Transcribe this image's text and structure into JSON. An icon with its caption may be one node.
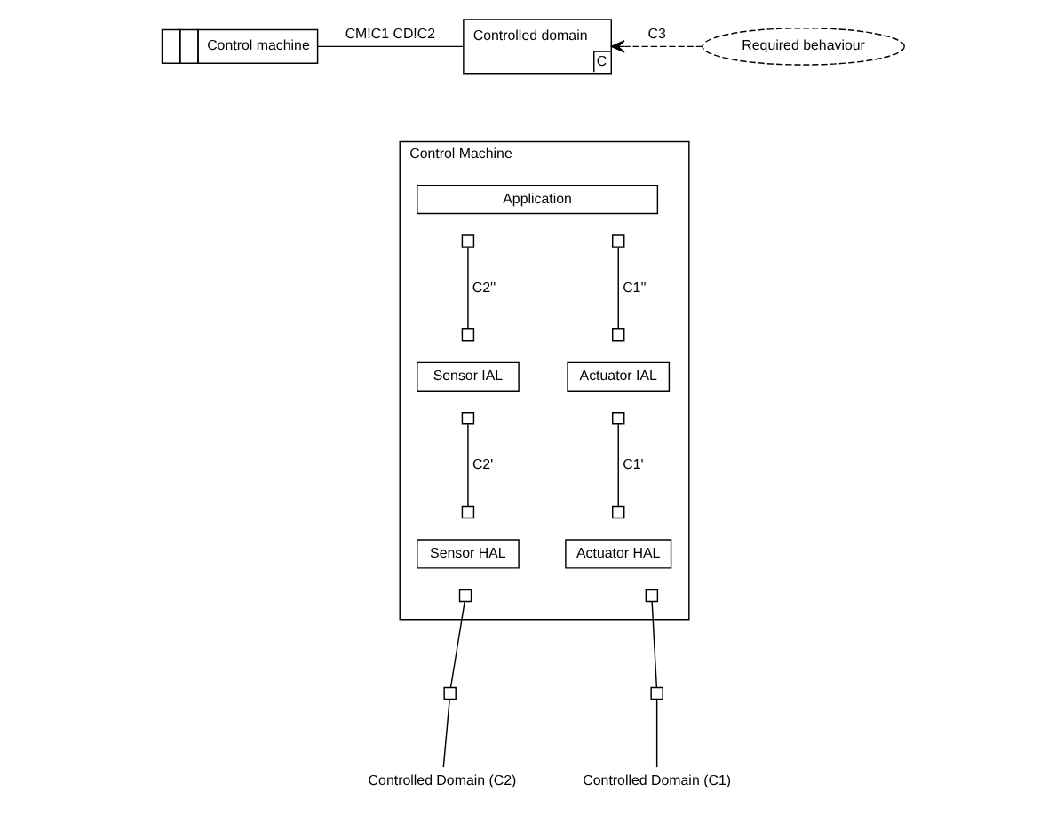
{
  "diagram": {
    "nodes": [
      {
        "text": [
          "Control machine"
        ]
      },
      {
        "text": [
          "Controlled domain",
          "C"
        ]
      },
      {
        "text": [
          "Required behaviour"
        ]
      },
      {
        "text": [
          "Control Machine"
        ]
      },
      {
        "text": [
          "Application"
        ],
        "in": 3
      },
      {
        "text": [],
        "shape": "box",
        "in": 3
      },
      {
        "text": [],
        "shape": "box",
        "in": 3
      },
      {
        "text": [
          "Sensor IAL"
        ],
        "in": 3
      },
      {
        "text": [],
        "shape": "box",
        "in": 3
      },
      {
        "text": [],
        "shape": "box",
        "in": 3
      },
      {
        "text": [
          "Actuator IAL"
        ],
        "in": 3
      },
      {
        "text": [],
        "shape": "box",
        "in": 3
      },
      {
        "text": [],
        "shape": "box",
        "in": 3
      },
      {
        "text": [
          "Sensor HAL"
        ],
        "in": 3
      },
      {
        "text": [],
        "shape": "box",
        "in": 3
      },
      {
        "text": [],
        "shape": "box",
        "in": 3
      },
      {
        "text": [
          "Actuator HAL"
        ],
        "in": 3
      },
      {
        "text": [],
        "shape": "box",
        "in": 3
      },
      {
        "text": [],
        "shape": "box",
        "in": 3
      },
      {
        "text": [],
        "shape": "box"
      },
      {
        "text": [],
        "shape": "box"
      },
      {
        "text": [
          "Controlled Domain (C2)"
        ]
      },
      {
        "text": [
          "Controlled Domain (C1)"
        ]
      }
    ],
    "edges": [
      {
        "from": 0,
        "to": 1,
        "arrow": "none",
        "label": "CM!C1 CD!C2"
      },
      {
        "from": 2,
        "to": 1,
        "arrow": "to",
        "style": "dashed",
        "label": "C3"
      },
      {
        "from": 5,
        "to": 8,
        "arrow": "none",
        "label": "C2''"
      },
      {
        "from": 6,
        "to": 11,
        "arrow": "none",
        "label": "C1''"
      },
      {
        "from": 9,
        "to": 14,
        "arrow": "none",
        "label": "C2'"
      },
      {
        "from": 12,
        "to": 17,
        "arrow": "none",
        "label": "C1'"
      },
      {
        "from": 15,
        "to": 19,
        "arrow": "none"
      },
      {
        "from": 18,
        "to": 20,
        "arrow": "none"
      },
      {
        "from": 19,
        "to": 21,
        "arrow": "none"
      },
      {
        "from": 20,
        "to": 22,
        "arrow": "none"
      }
    ]
  }
}
